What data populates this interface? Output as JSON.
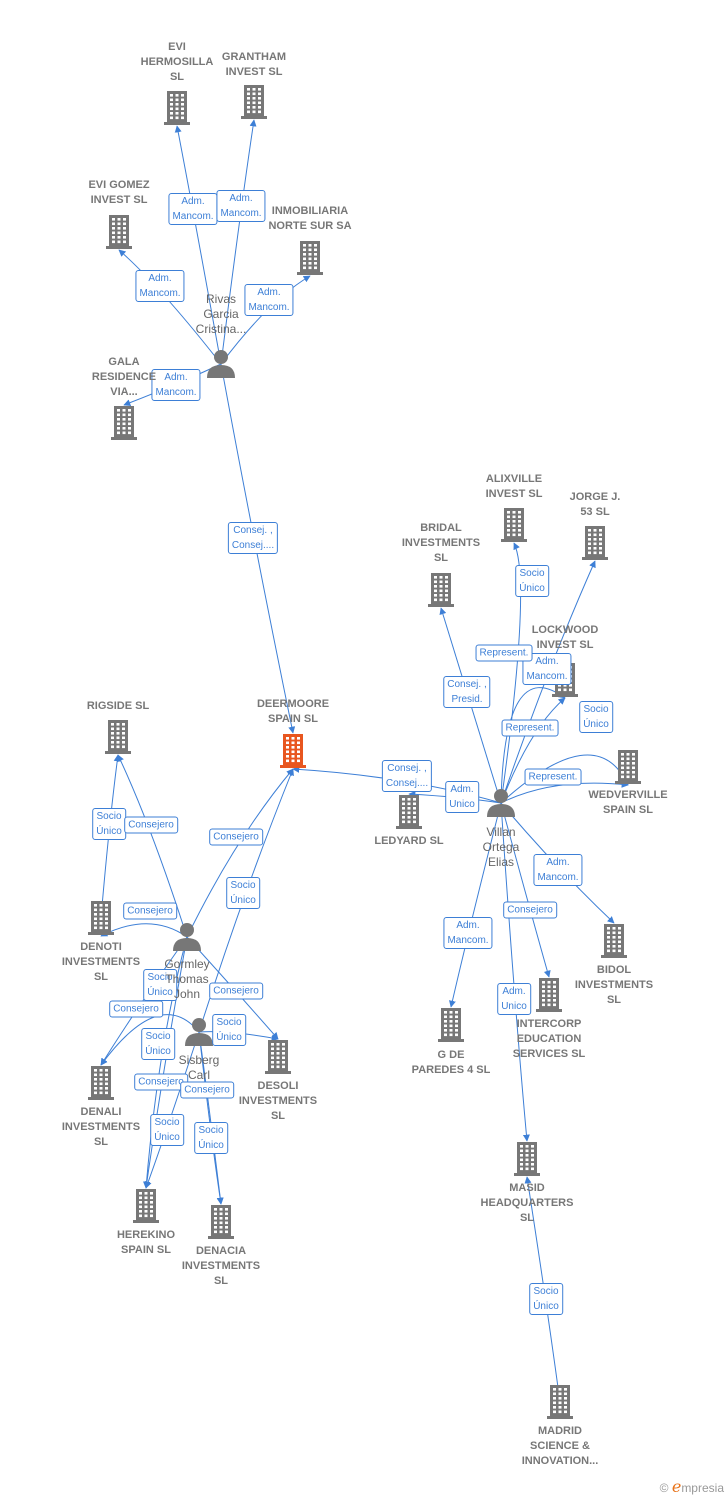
{
  "nodes": [
    {
      "id": "evi_hermosilla",
      "label": "EVI\nHERMOSILLA\nSL",
      "type": "company"
    },
    {
      "id": "grantham",
      "label": "GRANTHAM\nINVEST  SL",
      "type": "company"
    },
    {
      "id": "evi_gomez",
      "label": "EVI GOMEZ\nINVEST  SL",
      "type": "company"
    },
    {
      "id": "inmobiliaria",
      "label": "INMOBILIARIA\nNORTE SUR SA",
      "type": "company"
    },
    {
      "id": "gala",
      "label": "GALA\nRESIDENCE\nVIA...",
      "type": "company"
    },
    {
      "id": "rivas",
      "label": "Rivas\nGarcia\nCristina...",
      "type": "person"
    },
    {
      "id": "deermoore",
      "label": "DEERMOORE\nSPAIN  SL",
      "type": "focus"
    },
    {
      "id": "alixville",
      "label": "ALIXVILLE\nINVEST  SL",
      "type": "company"
    },
    {
      "id": "jorge",
      "label": "JORGE J.\n53  SL",
      "type": "company"
    },
    {
      "id": "bridal",
      "label": "BRIDAL\nINVESTMENTS\nSL",
      "type": "company"
    },
    {
      "id": "lockwood",
      "label": "LOCKWOOD\nINVEST  SL",
      "type": "company"
    },
    {
      "id": "wedverville",
      "label": "WEDVERVILLE\nSPAIN  SL",
      "type": "company"
    },
    {
      "id": "ledyard",
      "label": "LEDYARD  SL",
      "type": "company"
    },
    {
      "id": "villan",
      "label": "Villan\nOrtega\nElias",
      "type": "person"
    },
    {
      "id": "bidol",
      "label": "BIDOL\nINVESTMENTS\nSL",
      "type": "company"
    },
    {
      "id": "intercorp",
      "label": "INTERCORP\nEDUCATION\nSERVICES  SL",
      "type": "company"
    },
    {
      "id": "gde_paredes",
      "label": "G DE\nPAREDES 4  SL",
      "type": "company"
    },
    {
      "id": "masid",
      "label": "MASID\nHEADQUARTERS\nSL",
      "type": "company"
    },
    {
      "id": "madrid_science",
      "label": "MADRID\nSCIENCE &\nINNOVATION...",
      "type": "company"
    },
    {
      "id": "rigside",
      "label": "RIGSIDE  SL",
      "type": "company"
    },
    {
      "id": "denoti",
      "label": "DENOTI\nINVESTMENTS\nSL",
      "type": "company"
    },
    {
      "id": "gormley",
      "label": "Gormley\nThomas\nJohn",
      "type": "person"
    },
    {
      "id": "sisberg",
      "label": "Sisberg\nCarl",
      "type": "person"
    },
    {
      "id": "denali",
      "label": "DENALI\nINVESTMENTS\nSL",
      "type": "company"
    },
    {
      "id": "desoli",
      "label": "DESOLI\nINVESTMENTS\nSL",
      "type": "company"
    },
    {
      "id": "herekino",
      "label": "HEREKINO\nSPAIN  SL",
      "type": "company"
    },
    {
      "id": "denacia",
      "label": "DENACIA\nINVESTMENTS\nSL",
      "type": "company"
    }
  ],
  "edges": [
    {
      "from": "rivas",
      "to": "evi_hermosilla",
      "label": "Adm.\nMancom."
    },
    {
      "from": "rivas",
      "to": "grantham",
      "label": "Adm.\nMancom."
    },
    {
      "from": "rivas",
      "to": "evi_gomez",
      "label": "Adm.\nMancom."
    },
    {
      "from": "rivas",
      "to": "inmobiliaria",
      "label": "Adm.\nMancom."
    },
    {
      "from": "rivas",
      "to": "gala",
      "label": "Adm.\nMancom."
    },
    {
      "from": "rivas",
      "to": "deermoore",
      "label": "Consej. ,\nConsej...."
    },
    {
      "from": "villan",
      "to": "deermoore",
      "label": "Consej. ,\nConsej...."
    },
    {
      "from": "villan",
      "to": "alixville",
      "label": "Socio\nÚnico"
    },
    {
      "from": "villan",
      "to": "jorge",
      "label": "Adm.\nMancom."
    },
    {
      "from": "villan",
      "to": "bridal",
      "label": "Consej. ,\nPresid."
    },
    {
      "from": "villan",
      "to": "lockwood",
      "label": "Represent."
    },
    {
      "from": "villan",
      "to": "lockwood",
      "label": "Represent."
    },
    {
      "from": "villan",
      "to": "wedverville",
      "label": "Socio\nÚnico"
    },
    {
      "from": "villan",
      "to": "wedverville",
      "label": "Represent."
    },
    {
      "from": "villan",
      "to": "ledyard",
      "label": "Adm.\nUnico"
    },
    {
      "from": "villan",
      "to": "bidol",
      "label": "Adm.\nMancom."
    },
    {
      "from": "villan",
      "to": "intercorp",
      "label": "Consejero"
    },
    {
      "from": "villan",
      "to": "gde_paredes",
      "label": "Adm.\nMancom."
    },
    {
      "from": "villan",
      "to": "masid",
      "label": "Adm.\nUnico"
    },
    {
      "from": "madrid_science",
      "to": "masid",
      "label": "Socio\nÚnico"
    },
    {
      "from": "denoti",
      "to": "rigside",
      "label": "Socio\nÚnico"
    },
    {
      "from": "gormley",
      "to": "rigside",
      "label": "Consejero"
    },
    {
      "from": "gormley",
      "to": "deermoore",
      "label": "Consejero"
    },
    {
      "from": "sisberg",
      "to": "deermoore",
      "label": "Socio\nÚnico"
    },
    {
      "from": "gormley",
      "to": "denoti",
      "label": "Consejero"
    },
    {
      "from": "gormley",
      "to": "desoli",
      "label": "Consejero"
    },
    {
      "from": "gormley",
      "to": "denali",
      "label": "Consejero"
    },
    {
      "from": "sisberg",
      "to": "denali",
      "label": "Socio\nÚnico"
    },
    {
      "from": "sisberg",
      "to": "desoli",
      "label": "Socio\nÚnico"
    },
    {
      "from": "gormley",
      "to": "herekino",
      "label": "Socio\nÚnico"
    },
    {
      "from": "gormley",
      "to": "herekino",
      "label": "Consejero"
    },
    {
      "from": "sisberg",
      "to": "denacia",
      "label": "Consejero"
    },
    {
      "from": "sisberg",
      "to": "herekino",
      "label": "Socio\nÚnico"
    },
    {
      "from": "sisberg",
      "to": "denacia",
      "label": "Socio\nÚnico"
    }
  ],
  "colors": {
    "edge": "#3d7fd6",
    "company": "#777777",
    "focus": "#e8561f",
    "person": "#777777"
  },
  "footer": {
    "copyright": "©",
    "brand_initial": "e",
    "brand_rest": "mpresia"
  }
}
